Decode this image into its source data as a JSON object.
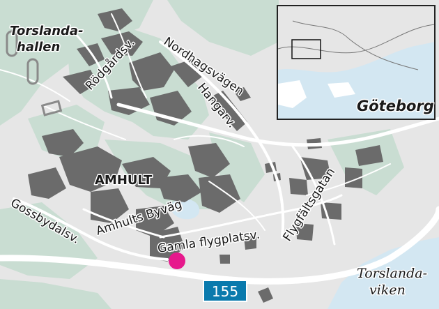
{
  "map": {
    "colors": {
      "land": "#e6e6e6",
      "green": "#c9ddd2",
      "water": "#d3e7f2",
      "road": "#ffffff",
      "building": "#6b6b6b",
      "marker": "#e6198c",
      "route_badge": "#0a7aad"
    },
    "labels": {
      "torslandahallen_1": "Torslanda-",
      "torslandahallen_2": "hallen",
      "rodgardsv": "Rödgårdsv.",
      "nordhagsvagen": "Nordhagsvägen",
      "hangarv": "Hangarv.",
      "amhult": "AMHULT",
      "flygfaltsgatan": "Flygfältsgatan",
      "gossbydalsv": "Gossbydalsv.",
      "amhults_byvag": "Amhults Byväg",
      "gamla_flygplatsv": "Gamla flygplatsv.",
      "route_number": "155",
      "torslandaviken_1": "Torslanda-",
      "torslandaviken_2": "viken"
    },
    "inset": {
      "city_label": "Göteborg"
    },
    "icons": {
      "location_marker": "pink-circle-marker",
      "route_shield": "route-number-badge"
    }
  }
}
